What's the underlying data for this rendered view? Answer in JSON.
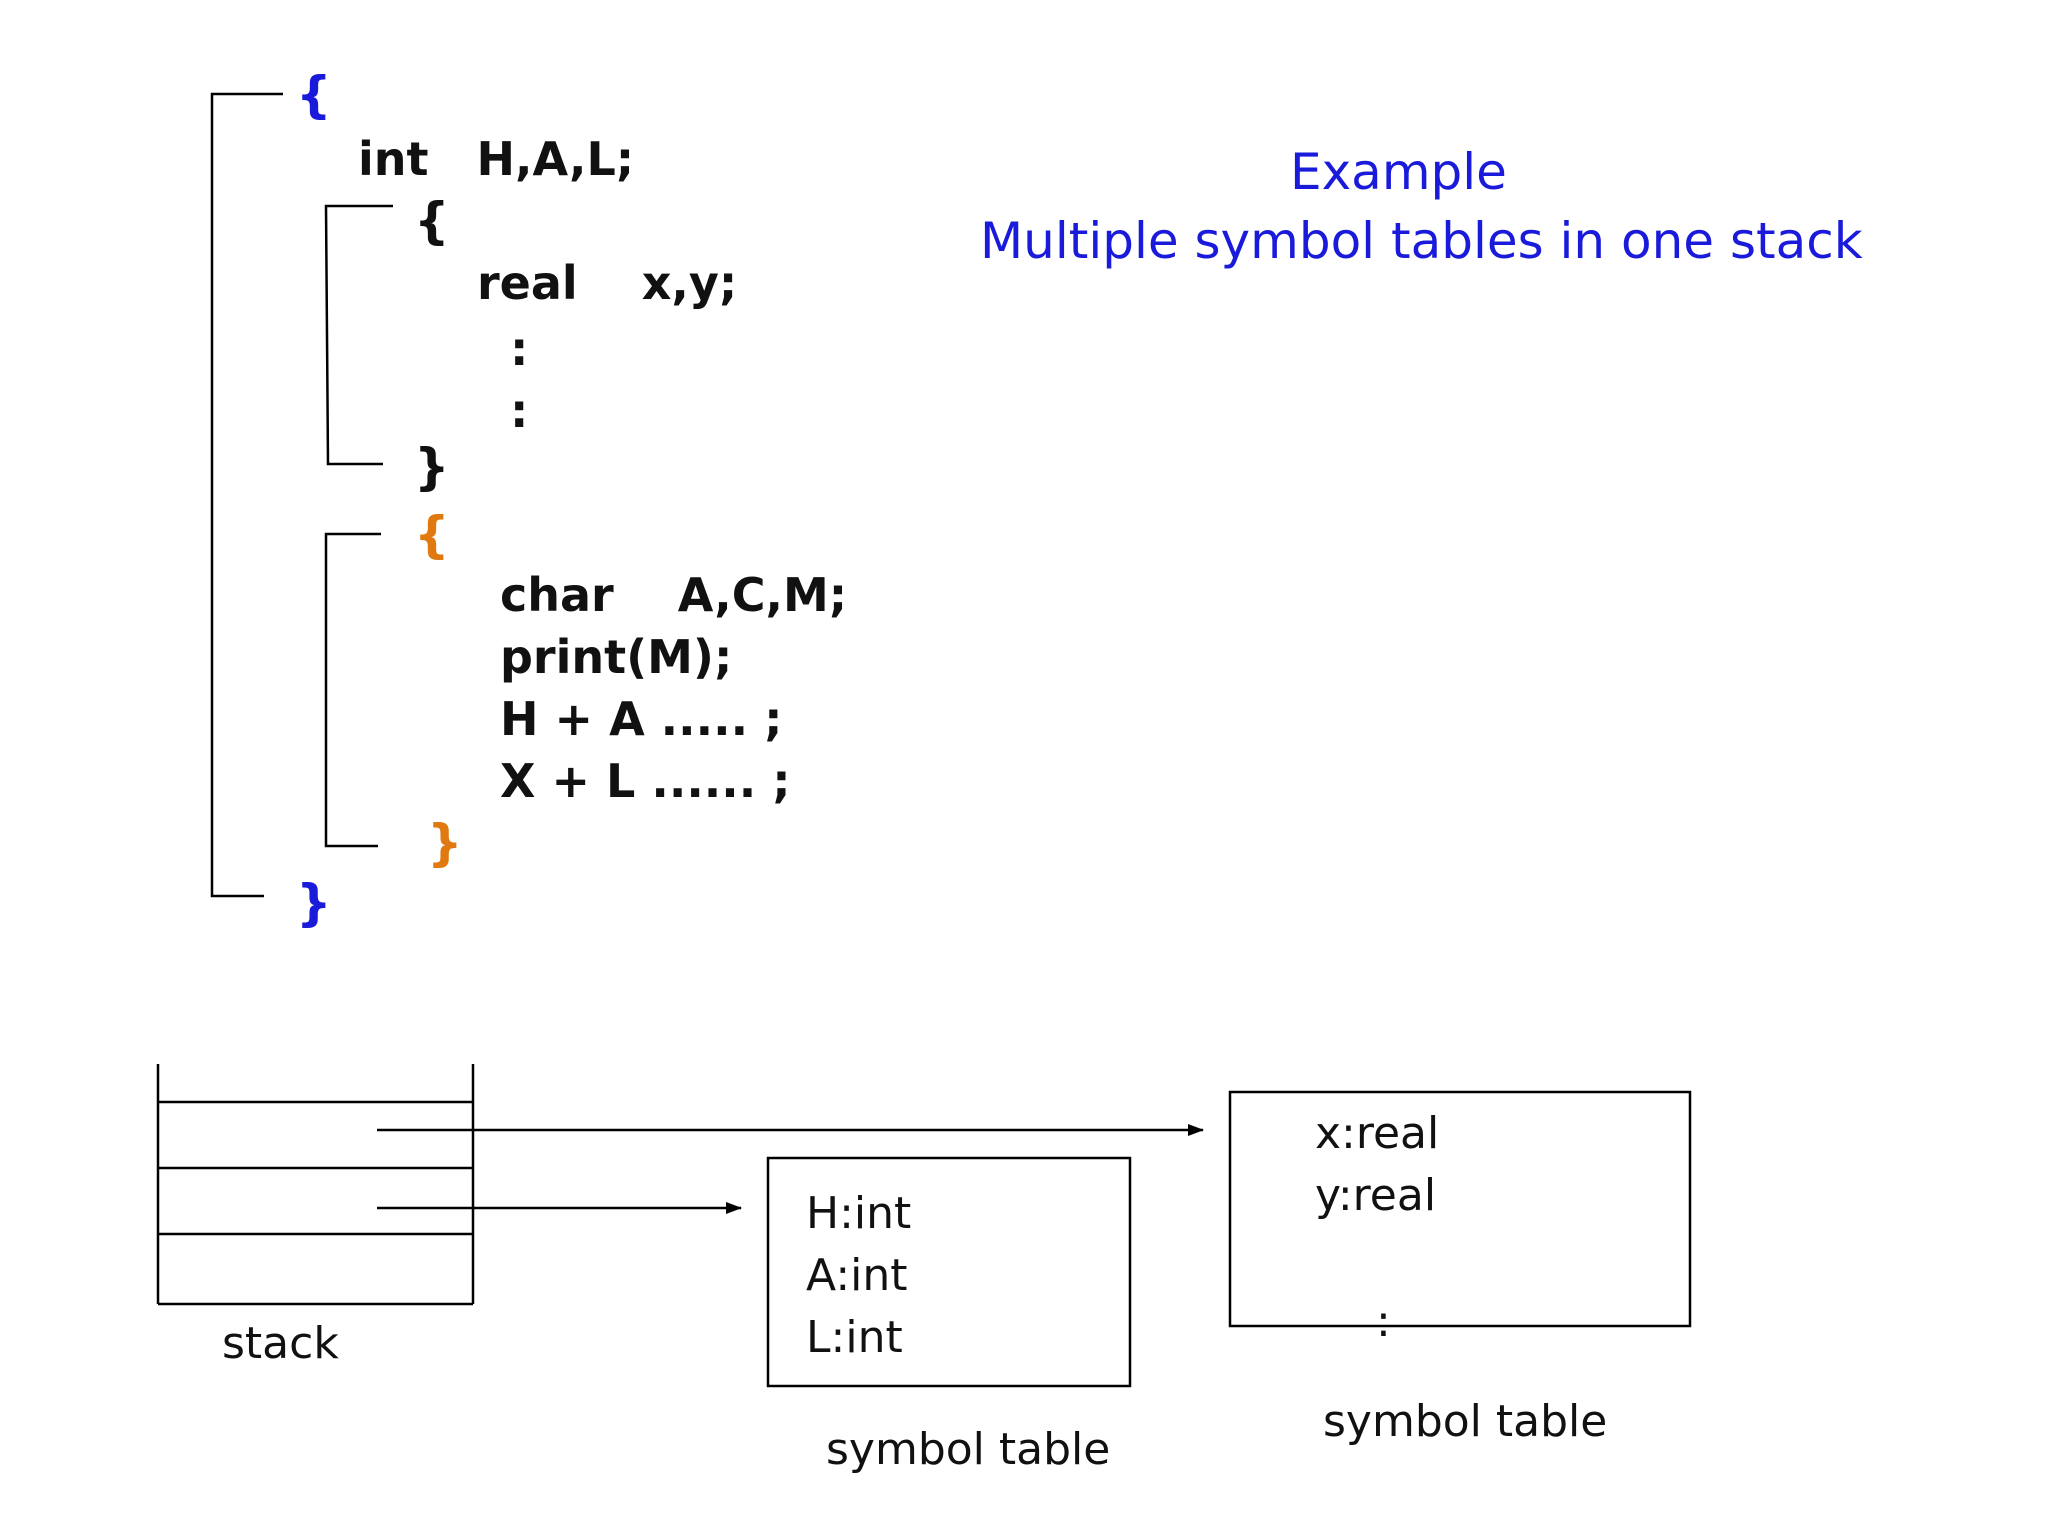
{
  "title": {
    "line1": "Example",
    "line2": "Multiple symbol tables in one stack"
  },
  "code": {
    "outer_open": "{",
    "line_int": "int   H,A,L;",
    "inner1_open": "{",
    "line_real": "real    x,y;",
    "dots1": ":",
    "dots2": ":",
    "inner1_close": "}",
    "inner2_open": "{",
    "line_char": "char    A,C,M;",
    "line_print": "print(M);",
    "line_ha": "H + A ..... ;",
    "line_xl": "X + L ...... ;",
    "inner2_close": "}",
    "outer_close": "}"
  },
  "stack": {
    "label": "stack"
  },
  "symbol_table_1": {
    "entries": [
      "H:int",
      "A:int",
      "L:int"
    ],
    "label": "symbol table"
  },
  "symbol_table_2": {
    "entries": [
      "x:real",
      "y:real"
    ],
    "more": ":",
    "label": "symbol table"
  },
  "colors": {
    "outer_brace": "#1a1adb",
    "second_block_brace": "#e07a10",
    "title": "#1a1adb"
  }
}
